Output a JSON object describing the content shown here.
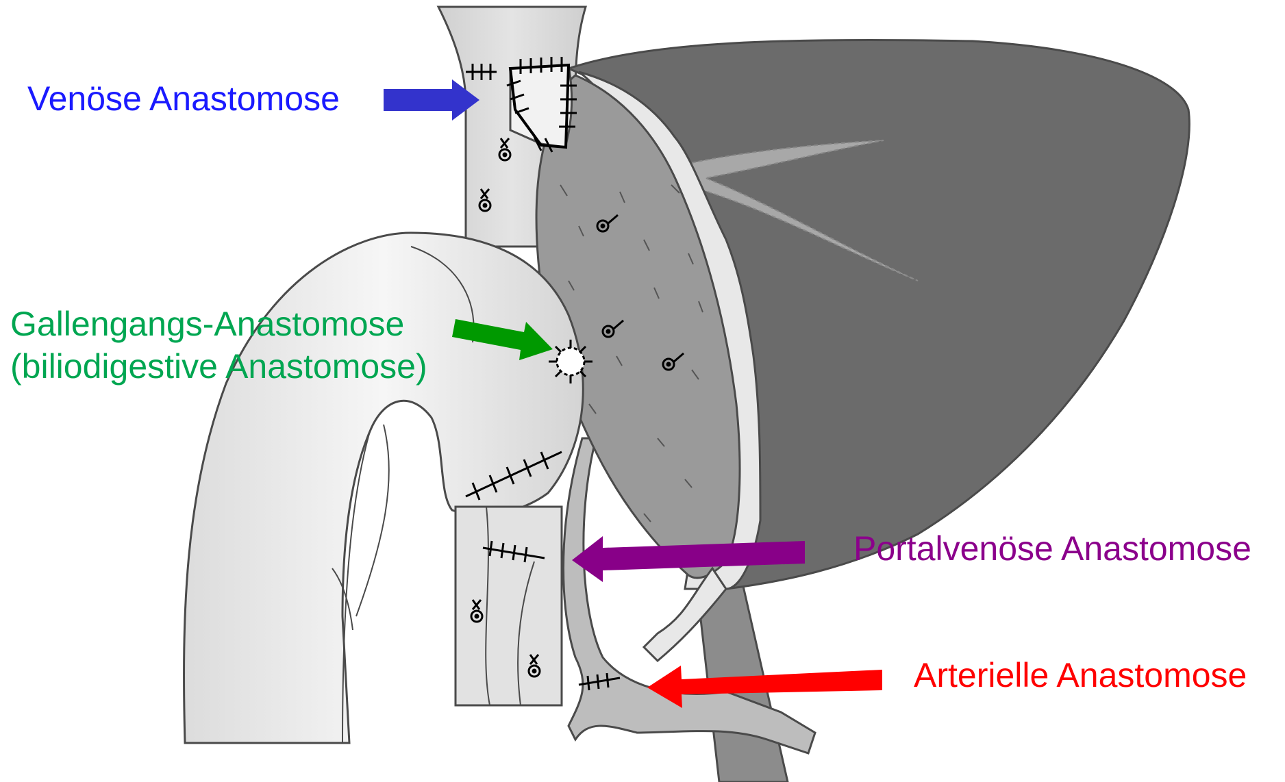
{
  "labels": {
    "venous": {
      "text": "Venöse Anastomose",
      "color": "#1a1aff"
    },
    "bile": {
      "line1": "Gallengangs-Anastomose",
      "line2": "(biliodigestive Anastomose)",
      "color": "#00a651"
    },
    "portal": {
      "text": "Portalvenöse Anastomose",
      "color": "#8b008b"
    },
    "arterial": {
      "text": "Arterielle Anastomose",
      "color": "#ff0000"
    }
  },
  "arrows": {
    "venous": {
      "color": "#3333cc"
    },
    "bile": {
      "color": "#009900"
    },
    "portal": {
      "color": "#880088"
    },
    "arterial": {
      "color": "#ff0000"
    }
  },
  "colors": {
    "liver_dark": "#6b6b6b",
    "graft": "#9a9a9a",
    "vessel": "#d9d9d9",
    "bowel": "#efefef",
    "portal": "#8c8c8c",
    "artery": "#bdbdbd",
    "outline": "#4a4a4a"
  }
}
